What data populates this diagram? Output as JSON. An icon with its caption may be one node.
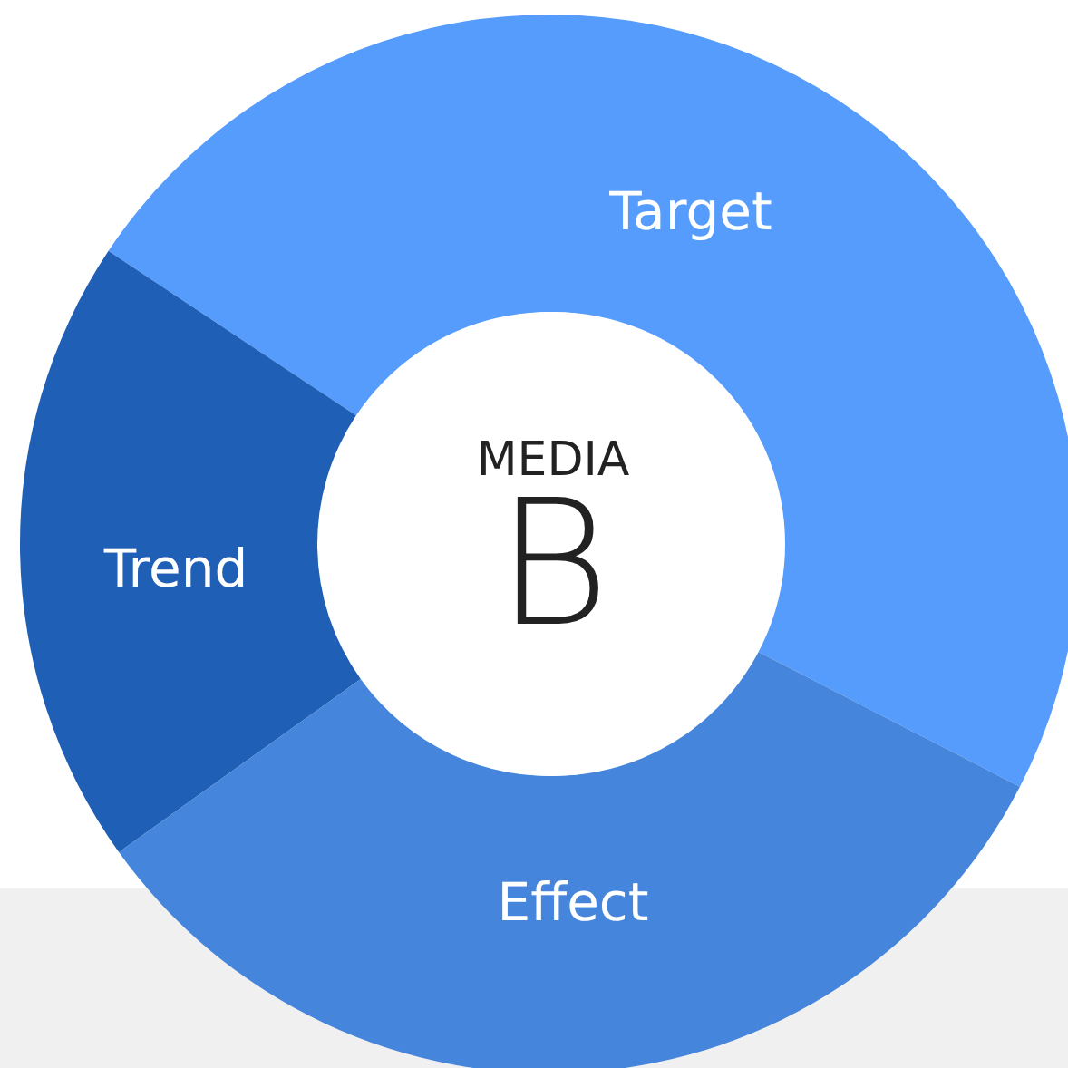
{
  "diagram": {
    "nodes": [
      {
        "text": [
          "Target"
        ]
      },
      {
        "text": [
          "Trend"
        ]
      },
      {
        "text": [
          "Effect"
        ]
      },
      {
        "text": [
          "MEDIA",
          "B"
        ]
      }
    ]
  }
}
